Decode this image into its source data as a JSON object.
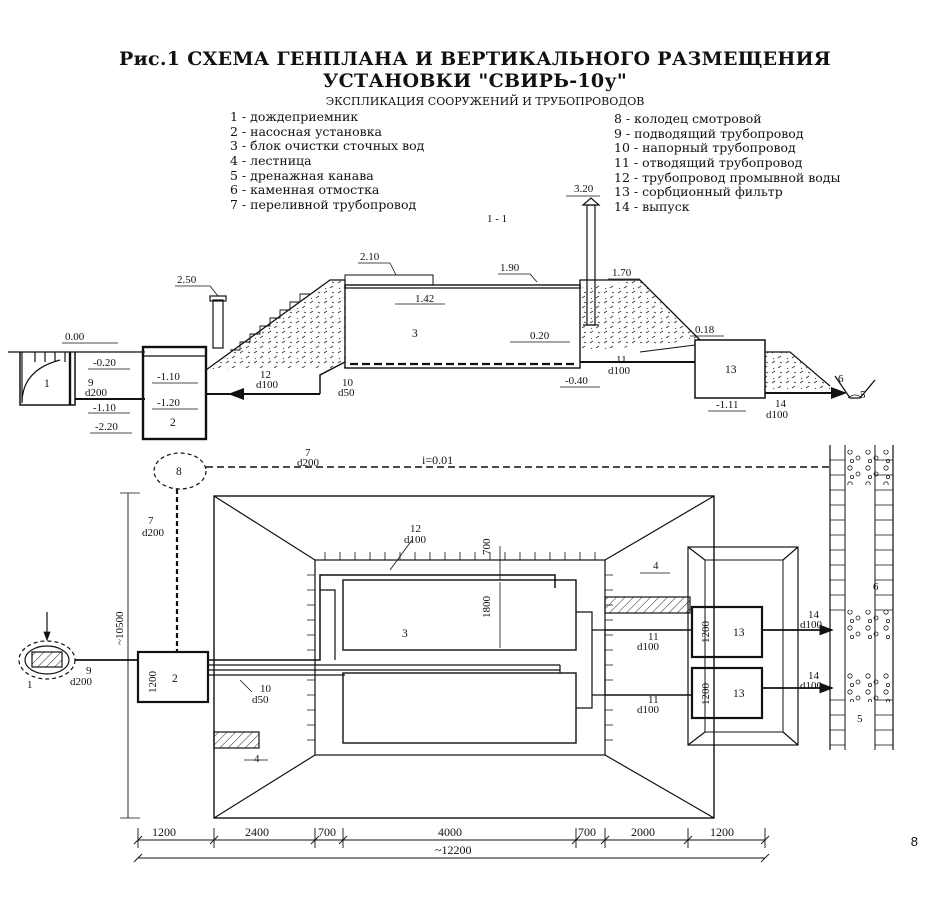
{
  "title": {
    "line1": "Рис.1 СХЕМА ГЕНПЛАНА И ВЕРТИКАЛЬНОГО РАЗМЕЩЕНИЯ",
    "line2": "УСТАНОВКИ \"СВИРЬ-10у\"",
    "subtitle": "ЭКСПЛИКАЦИЯ СООРУЖЕНИЙ И ТРУБОПРОВОДОВ"
  },
  "legend_left": [
    "1 - дождеприемник",
    "2 - насосная установка",
    "3 - блок очистки сточных вод",
    "4 - лестница",
    "5 - дренажная канава",
    "6 - каменная отмостка",
    "7 - переливной трубопровод"
  ],
  "legend_right": [
    "8 - колодец смотровой",
    "9 - подводящий трубопровод",
    "10 - напорный трубопровод",
    "11 - отводящий трубопровод",
    "12  - трубопровод промывной воды",
    "13 - сорбционный фильтр",
    "14 - выпуск"
  ],
  "section": {
    "name": "1 - 1",
    "elevations": {
      "e320": "3.20",
      "e250": "2.50",
      "e210": "2.10",
      "e190": "1.90",
      "e170": "1.70",
      "e142": "1.42",
      "e020": "0.20",
      "e018": "0.18",
      "e000": "0.00",
      "em020": "-0.20",
      "em040": "-0.40",
      "em110a": "-1.10",
      "em110b": "-1.10",
      "em111": "-1.11",
      "em120": "-1.20",
      "em220": "-2.20"
    },
    "labels": {
      "n1": "1",
      "n2": "2",
      "n3": "3",
      "n13": "13",
      "n5": "5",
      "n6": "6",
      "p9": "9",
      "p9d": "d200",
      "p12": "12",
      "p12d": "d100",
      "p10": "10",
      "p10d": "d50",
      "p11": "11",
      "p11d": "d100",
      "p14": "14",
      "p14d": "d100"
    }
  },
  "plan": {
    "slope": "i=0.01",
    "labels": {
      "n8": "8",
      "p7a": "7",
      "p7ad": "d200",
      "p7b": "7",
      "p7bd": "d200",
      "p12": "12",
      "p12d": "d100",
      "n3": "3",
      "n2": "2",
      "n1": "1",
      "p9": "9",
      "p9d": "d200",
      "p10": "10",
      "p10d": "d50",
      "p11a": "11",
      "p11ad": "d100",
      "p11b": "11",
      "p11bd": "d100",
      "n13a": "13",
      "n13b": "13",
      "p14a": "14",
      "p14ad": "d100",
      "p14b": "14",
      "p14bd": "d100",
      "n4a": "4",
      "n4b": "4",
      "n6": "6",
      "n5": "5"
    },
    "dims": {
      "d700": "700",
      "d1800": "1800",
      "d1200a": "1200",
      "d1200b": "1200",
      "d1200c": "1200",
      "d10500": "~10500"
    },
    "bottom_dims": [
      "1200",
      "2400",
      "700",
      "4000",
      "700",
      "2000",
      "1200"
    ],
    "total": "~12200"
  },
  "page_number": "8"
}
